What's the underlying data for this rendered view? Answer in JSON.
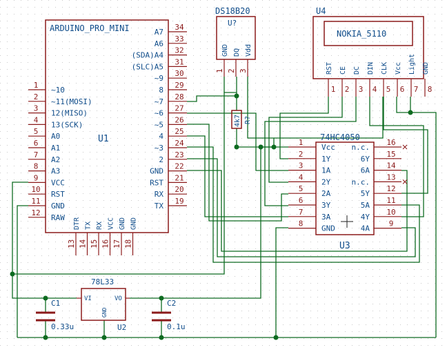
{
  "u1": {
    "title": "ARDUINO_PRO_MINI",
    "ref": "U1",
    "left_pins": [
      {
        "num": "1",
        "name": "~10"
      },
      {
        "num": "2",
        "name": "~11(MOSI)"
      },
      {
        "num": "3",
        "name": "12(MISO)"
      },
      {
        "num": "4",
        "name": "13(SCK)"
      },
      {
        "num": "5",
        "name": "A0"
      },
      {
        "num": "6",
        "name": "A1"
      },
      {
        "num": "7",
        "name": "A2"
      },
      {
        "num": "8",
        "name": "A3"
      },
      {
        "num": "9",
        "name": "VCC"
      },
      {
        "num": "10",
        "name": "RST"
      },
      {
        "num": "11",
        "name": "GND"
      },
      {
        "num": "12",
        "name": "RAW"
      }
    ],
    "right_pins": [
      {
        "num": "34",
        "name": "A7"
      },
      {
        "num": "33",
        "name": "A6"
      },
      {
        "num": "32",
        "name": "(SDA)A4"
      },
      {
        "num": "31",
        "name": "(SLC)A5"
      },
      {
        "num": "30",
        "name": "~9"
      },
      {
        "num": "29",
        "name": "8"
      },
      {
        "num": "28",
        "name": "~7"
      },
      {
        "num": "27",
        "name": "~6"
      },
      {
        "num": "26",
        "name": "~5"
      },
      {
        "num": "25",
        "name": "4"
      },
      {
        "num": "24",
        "name": "~3"
      },
      {
        "num": "23",
        "name": "2"
      },
      {
        "num": "22",
        "name": "GND"
      },
      {
        "num": "21",
        "name": "RST"
      },
      {
        "num": "20",
        "name": "RX"
      },
      {
        "num": "19",
        "name": "TX"
      }
    ],
    "bottom_pins": [
      {
        "num": "13",
        "name": "DTR"
      },
      {
        "num": "14",
        "name": "TX"
      },
      {
        "num": "15",
        "name": "RX"
      },
      {
        "num": "16",
        "name": "VCC"
      },
      {
        "num": "17",
        "name": "GND"
      },
      {
        "num": "18",
        "name": "GND"
      }
    ]
  },
  "u7": {
    "title": "DS18B20",
    "ref": "U?",
    "pins": [
      {
        "num": "1",
        "name": "GND"
      },
      {
        "num": "2",
        "name": "DQ"
      },
      {
        "num": "3",
        "name": "Vdd"
      }
    ]
  },
  "r2": {
    "value": "4k7",
    "ref": "R?"
  },
  "u4": {
    "ref": "U4",
    "display": "NOKIA_5110",
    "pins": [
      {
        "num": "1",
        "name": "RST"
      },
      {
        "num": "2",
        "name": "CE"
      },
      {
        "num": "3",
        "name": "DC"
      },
      {
        "num": "4",
        "name": "DIN"
      },
      {
        "num": "5",
        "name": "CLK"
      },
      {
        "num": "6",
        "name": "Vcc"
      },
      {
        "num": "7",
        "name": "Light"
      },
      {
        "num": "8",
        "name": "GND"
      }
    ]
  },
  "u3": {
    "title": "74HC4050",
    "ref": "U3",
    "left_pins": [
      {
        "num": "1",
        "name": "Vcc"
      },
      {
        "num": "2",
        "name": "1Y"
      },
      {
        "num": "3",
        "name": "1A"
      },
      {
        "num": "4",
        "name": "2Y"
      },
      {
        "num": "5",
        "name": "2A"
      },
      {
        "num": "6",
        "name": "3Y"
      },
      {
        "num": "7",
        "name": "3A"
      },
      {
        "num": "8",
        "name": "GND"
      }
    ],
    "right_pins": [
      {
        "num": "16",
        "name": "n.c."
      },
      {
        "num": "15",
        "name": "6Y"
      },
      {
        "num": "14",
        "name": "6A"
      },
      {
        "num": "13",
        "name": "n.c."
      },
      {
        "num": "12",
        "name": "5Y"
      },
      {
        "num": "11",
        "name": "5A"
      },
      {
        "num": "10",
        "name": "4Y"
      },
      {
        "num": "9",
        "name": "4A"
      }
    ]
  },
  "u2": {
    "title": "78L33",
    "ref": "U2",
    "vi": "VI",
    "vo": "VO",
    "gnd": "GND"
  },
  "c1": {
    "ref": "C1",
    "value": "0.33u"
  },
  "c2": {
    "ref": "C2",
    "value": "0.1u"
  }
}
